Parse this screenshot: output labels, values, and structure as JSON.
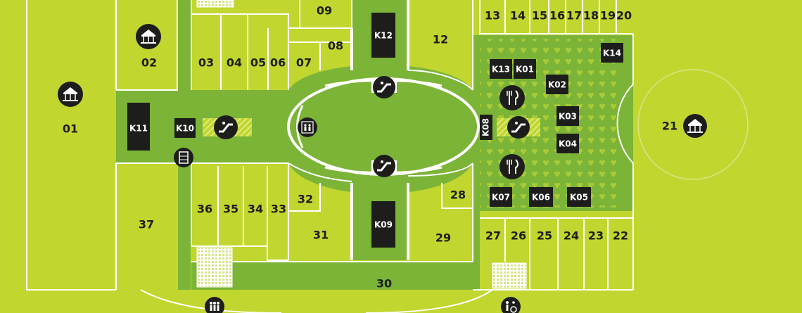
{
  "colors": {
    "background": "#c1d72f",
    "corridor": "#7bb436",
    "walls": "#ffffff",
    "kiosk": "#1d1d1b",
    "atrium": "#7bb436"
  },
  "units": {
    "u01": "01",
    "u02": "02",
    "u03": "03",
    "u04": "04",
    "u05": "05",
    "u06": "06",
    "u07": "07",
    "u08": "08",
    "u09": "09",
    "u12": "12",
    "u13": "13",
    "u14": "14",
    "u15": "15",
    "u16": "16",
    "u17": "17",
    "u18": "18",
    "u19": "19",
    "u20": "20",
    "u21": "21",
    "u22": "22",
    "u23": "23",
    "u24": "24",
    "u25": "25",
    "u26": "26",
    "u27": "27",
    "u28": "28",
    "u29": "29",
    "u30": "30",
    "u31": "31",
    "u32": "32",
    "u33": "33",
    "u34": "34",
    "u35": "35",
    "u36": "36",
    "u37": "37"
  },
  "kiosks": {
    "k01": "K01",
    "k02": "K02",
    "k03": "K03",
    "k04": "K04",
    "k05": "K05",
    "k06": "K06",
    "k07": "K07",
    "k08": "K08",
    "k09": "K09",
    "k10": "K10",
    "k11": "K11",
    "k12": "K12",
    "k13": "K13",
    "k14": "K14"
  },
  "icons": {
    "carousel": "carousel-icon",
    "escalator": "escalator-icon",
    "restaurant": "restaurant-icon",
    "elevator": "elevator-icon",
    "vending": "vending-machine-icon",
    "toilets": "toilets-icon",
    "accessible_toilets": "accessible-toilets-icon"
  }
}
